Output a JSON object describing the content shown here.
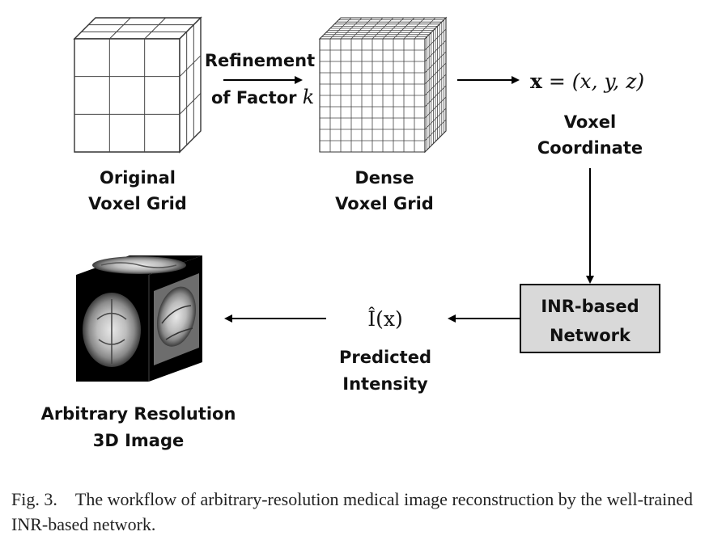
{
  "labels": {
    "original_grid": [
      "Original",
      "Voxel Grid"
    ],
    "refinement": [
      "Refinement",
      "of Factor "
    ],
    "factor_symbol": "k",
    "dense_grid": [
      "Dense",
      "Voxel Grid"
    ],
    "coordinate_formula_bold": "x",
    "coordinate_formula_rest": " = (x, y, z)",
    "voxel_coordinate": [
      "Voxel",
      "Coordinate"
    ],
    "network_box": [
      "INR-based",
      "Network"
    ],
    "predicted_symbol": "Î(x)",
    "predicted_intensity": [
      "Predicted",
      "Intensity"
    ],
    "output_image": [
      "Arbitrary Resolution",
      "3D Image"
    ]
  },
  "caption": {
    "number": "Fig. 3.",
    "text": "The workflow of arbitrary-resolution medical image reconstruction by the well-trained INR-based network."
  },
  "colors": {
    "network_box_fill": "#d9d9d9",
    "stroke": "#000000"
  }
}
